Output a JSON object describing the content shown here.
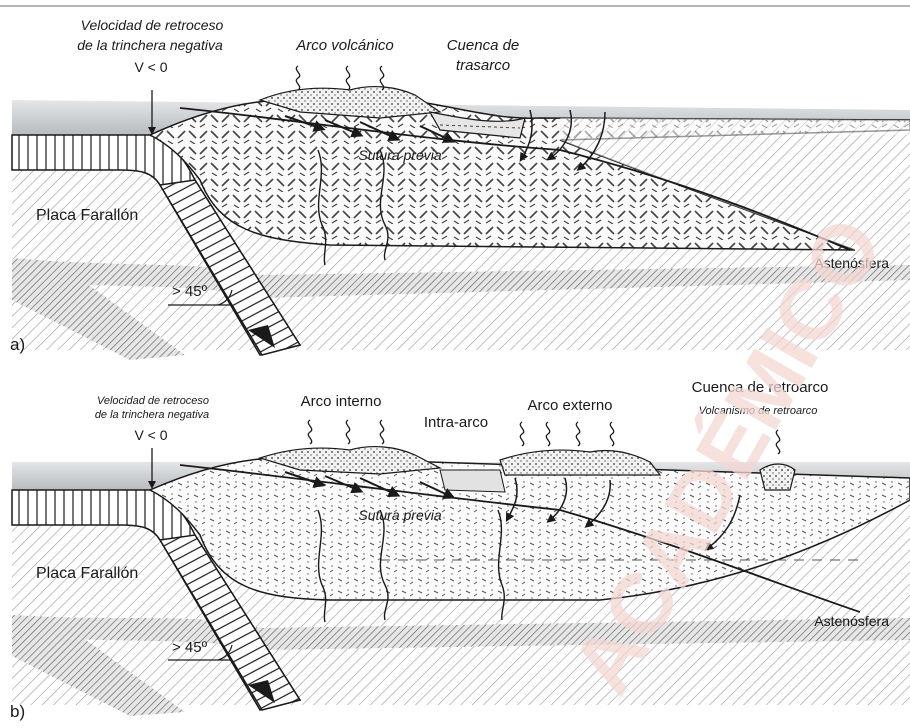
{
  "panel_a": {
    "letter": "a)",
    "trench_velocity_line1": "Velocidad de retroceso",
    "trench_velocity_line2": "de la trinchera negativa",
    "velocity": "V < 0",
    "arc": "Arco volcánico",
    "basin_line1": "Cuenca de",
    "basin_line2": "trasarco",
    "suture": "Sutura previa",
    "plate": "Placa Farallón",
    "angle": "> 45º",
    "asthenosphere": "Astenósfera"
  },
  "panel_b": {
    "letter": "b)",
    "trench_velocity_line1": "Velocidad de retroceso",
    "trench_velocity_line2": "de la trinchera negativa",
    "velocity": "V < 0",
    "inner_arc": "Arco interno",
    "intra_arc": "Intra-arco",
    "outer_arc": "Arco externo",
    "retroarc_basin": "Cuenca de retroarco",
    "retroarc_volcanism": "Volcanismo de retroarco",
    "suture": "Sutura previa",
    "plate": "Placa Farallón",
    "angle": "> 45º",
    "asthenosphere": "Astenósfera"
  },
  "watermark": "ACADÉMICO",
  "colors": {
    "line": "#1a1a1a",
    "sea": "#c9cdd0",
    "mantle_hatch": "#8a8a8a",
    "crust_fill": "#f4f4f4",
    "watermark": "#f3d7d2"
  }
}
